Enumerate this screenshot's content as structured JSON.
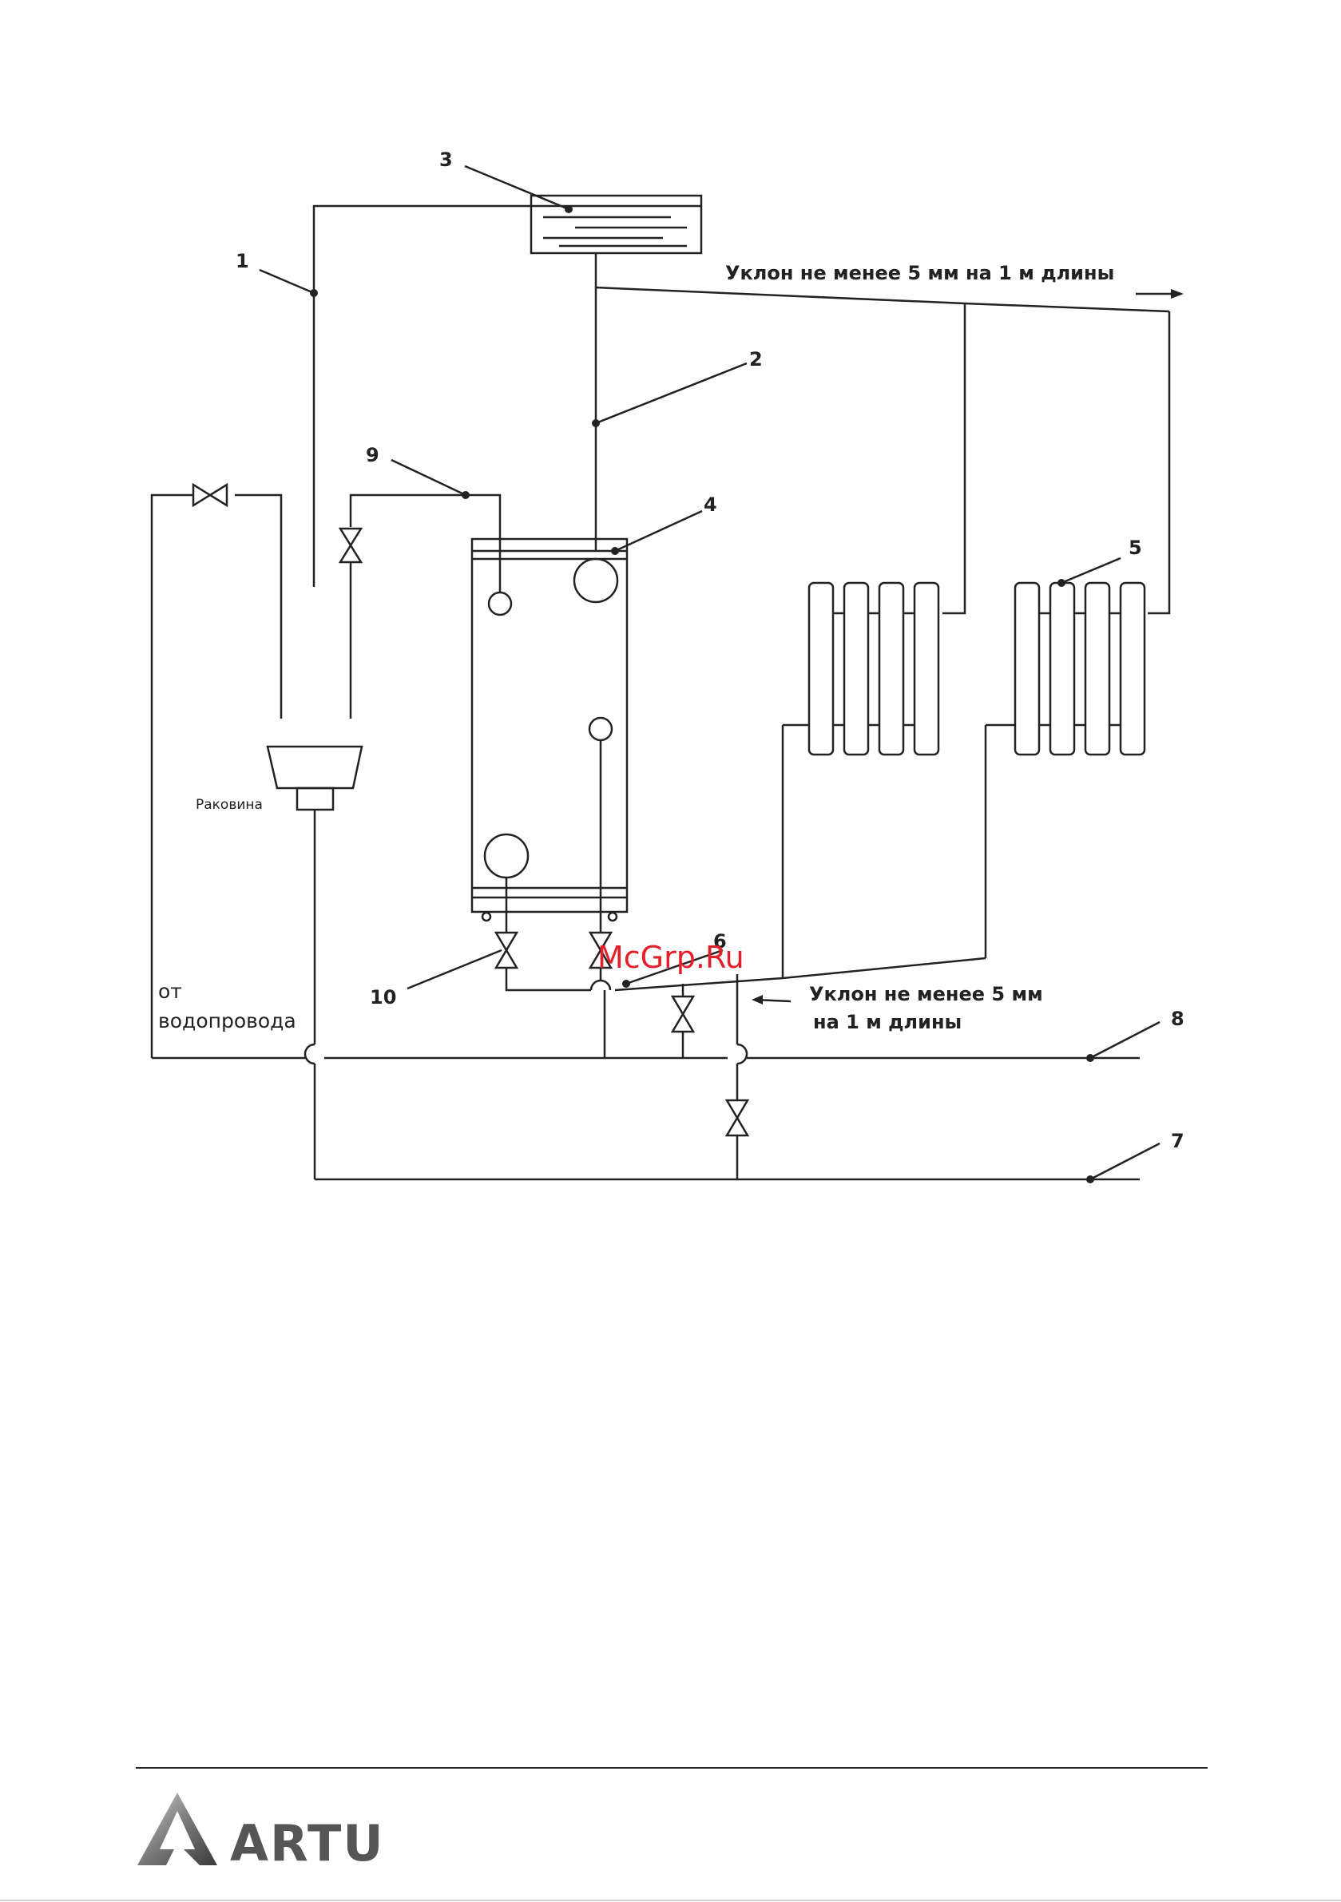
{
  "diagram": {
    "labels": {
      "n1": "1",
      "n2": "2",
      "n3": "3",
      "n4": "4",
      "n5": "5",
      "n6": "6",
      "n7": "7",
      "n8": "8",
      "n9": "9",
      "n10": "10"
    },
    "slope_note_top": "Уклон не менее 5 мм на 1 м длины",
    "slope_note_bottom_line1": "Уклон не менее 5 мм",
    "slope_note_bottom_line2": "на 1 м длины",
    "sink_label": "Раковина",
    "water_supply_line1": "от",
    "water_supply_line2": "водопровода"
  },
  "watermark": "McGrp.Ru",
  "footer": {
    "brand": "ARTU"
  },
  "colors": {
    "line": "#222222",
    "watermark": "#e3202a",
    "logo": "#666666"
  }
}
